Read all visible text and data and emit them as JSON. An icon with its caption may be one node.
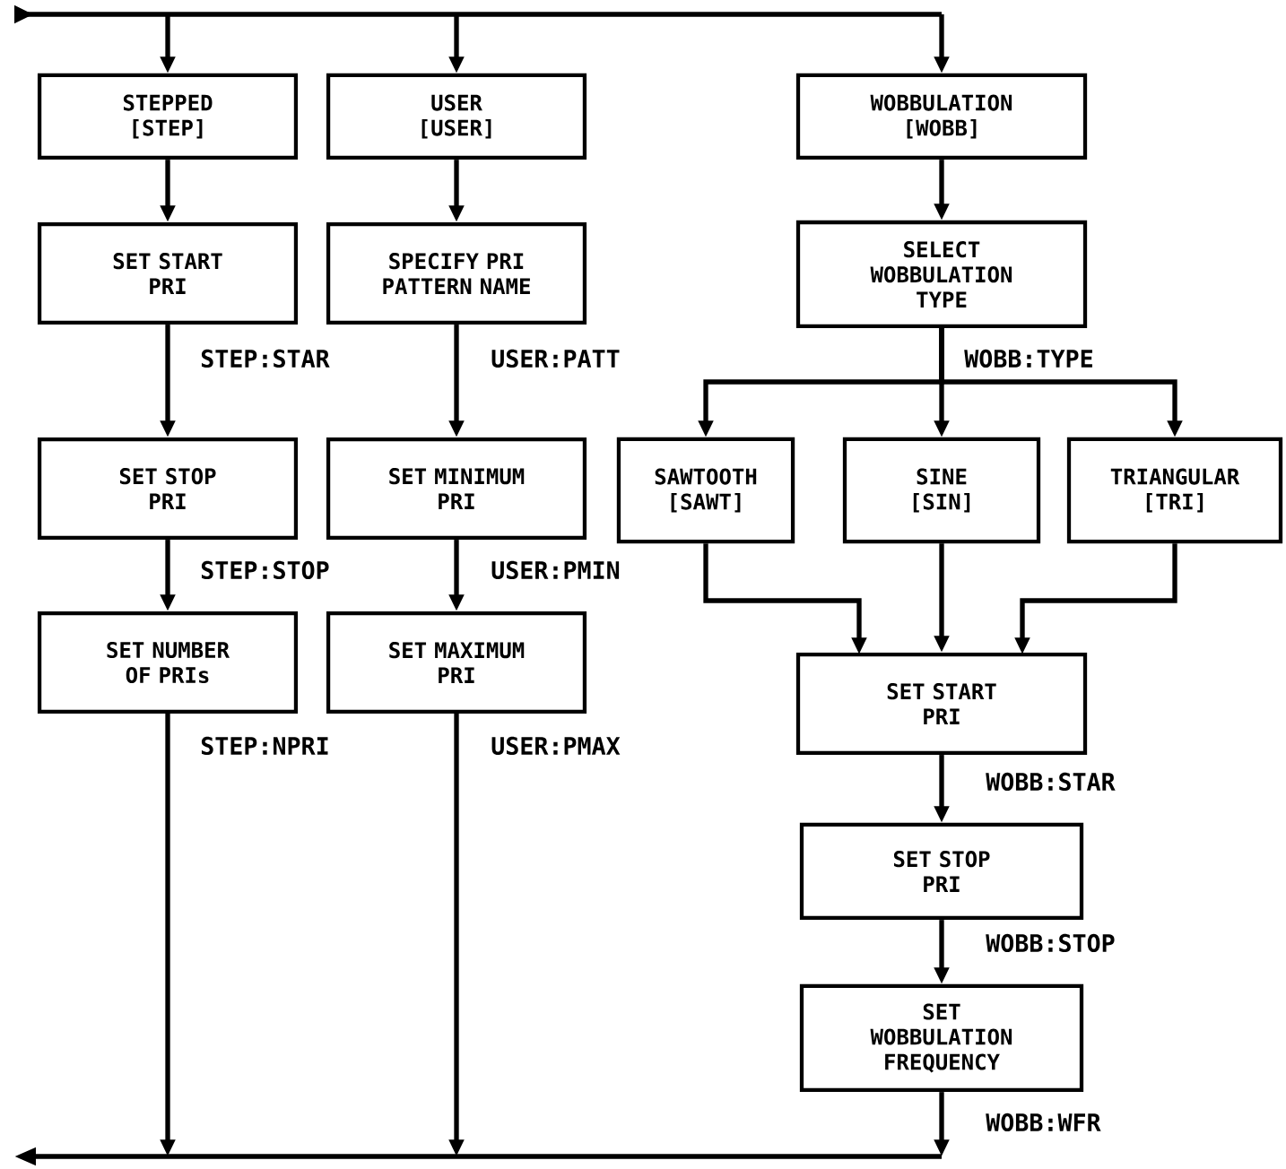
{
  "diagram": {
    "nodes": [
      {
        "text": [
          "STEPPED",
          "[STEP]"
        ]
      },
      {
        "text": [
          "USER",
          "[USER]"
        ]
      },
      {
        "text": [
          "WOBBULATION",
          "[WOBB]"
        ]
      },
      {
        "text": [
          "SET START PRI"
        ]
      },
      {
        "text": [
          "SPECIFY PRI PATTERN NAME"
        ]
      },
      {
        "text": [
          "SELECT WOBBULATION TYPE"
        ]
      },
      {
        "text": [
          "SET STOP PRI"
        ]
      },
      {
        "text": [
          "SET MINIMUM PRI"
        ]
      },
      {
        "text": [
          "SAWTOOTH",
          "[SAWT]"
        ]
      },
      {
        "text": [
          "SINE",
          "[SIN]"
        ]
      },
      {
        "text": [
          "TRIANGULAR",
          "[TRI]"
        ]
      },
      {
        "text": [
          "SET NUMBER OF PRIs"
        ]
      },
      {
        "text": [
          "SET MAXIMUM PRI"
        ]
      },
      {
        "text": [
          "SET START PRI"
        ]
      },
      {
        "text": [
          "SET STOP PRI"
        ]
      },
      {
        "text": [
          "SET WOBBULATION FREQUENCY"
        ]
      }
    ],
    "edges": [
      {
        "from": null,
        "to": 0,
        "arrow": "to"
      },
      {
        "from": null,
        "to": 1,
        "arrow": "to"
      },
      {
        "from": null,
        "to": 2,
        "arrow": "to"
      },
      {
        "from": 0,
        "to": 3,
        "arrow": "to"
      },
      {
        "from": 1,
        "to": 4,
        "arrow": "to"
      },
      {
        "from": 2,
        "to": 5,
        "arrow": "to"
      },
      {
        "from": 3,
        "to": 6,
        "arrow": "to",
        "label": "STEP:STAR"
      },
      {
        "from": 4,
        "to": 7,
        "arrow": "to",
        "label": "USER:PATT"
      },
      {
        "from": 5,
        "to": 8,
        "arrow": "to"
      },
      {
        "from": 5,
        "to": 9,
        "arrow": "to",
        "label": "WOBB:TYPE"
      },
      {
        "from": 5,
        "to": 10,
        "arrow": "to"
      },
      {
        "from": 6,
        "to": 11,
        "arrow": "to",
        "label": "STEP:STOP"
      },
      {
        "from": 7,
        "to": 12,
        "arrow": "to",
        "label": "USER:PMIN"
      },
      {
        "from": 8,
        "to": 13,
        "arrow": "to"
      },
      {
        "from": 9,
        "to": 13,
        "arrow": "to"
      },
      {
        "from": 10,
        "to": 13,
        "arrow": "to"
      },
      {
        "from": 13,
        "to": 14,
        "arrow": "to",
        "label": "WOBB:STAR"
      },
      {
        "from": 14,
        "to": 15,
        "arrow": "to",
        "label": "WOBB:STOP"
      },
      {
        "from": 11,
        "to": null,
        "arrow": "to",
        "label": "STEP:NPRI"
      },
      {
        "from": 12,
        "to": null,
        "arrow": "to",
        "label": "USER:PMAX"
      },
      {
        "from": 15,
        "to": null,
        "arrow": "to",
        "label": "WOBB:WFR"
      }
    ]
  }
}
